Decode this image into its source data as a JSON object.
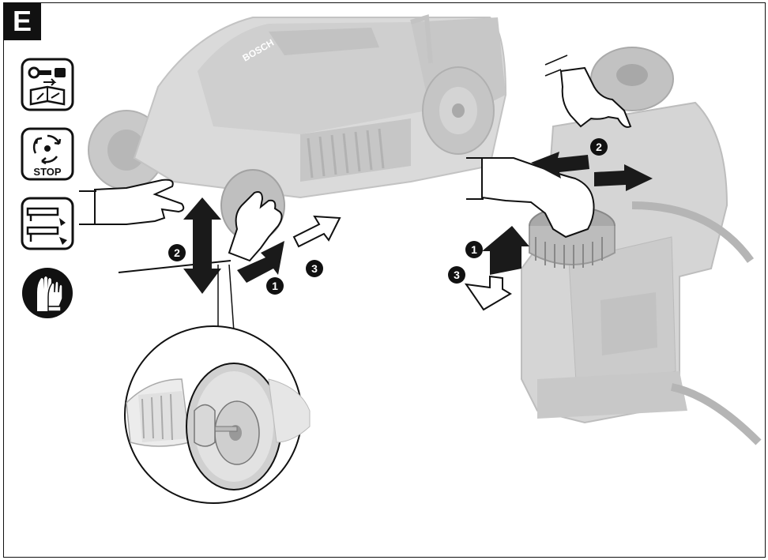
{
  "figure": {
    "section_letter": "E",
    "brand_label": "BOSCH",
    "stop_label": "STOP",
    "steps_left": [
      "1",
      "2",
      "3"
    ],
    "steps_right": [
      "1",
      "2",
      "3"
    ]
  },
  "icons": [
    {
      "name": "unplug-and-read-manual-icon"
    },
    {
      "name": "wait-blade-stop-icon"
    },
    {
      "name": "height-adjust-icon"
    },
    {
      "name": "gloves-icon"
    }
  ],
  "colors": {
    "line": "#111111",
    "mower_body": "#d4d4d4",
    "mower_dark": "#b6b6b6",
    "glove": "#ffffff",
    "arrow_dark": "#1a1a1a"
  }
}
